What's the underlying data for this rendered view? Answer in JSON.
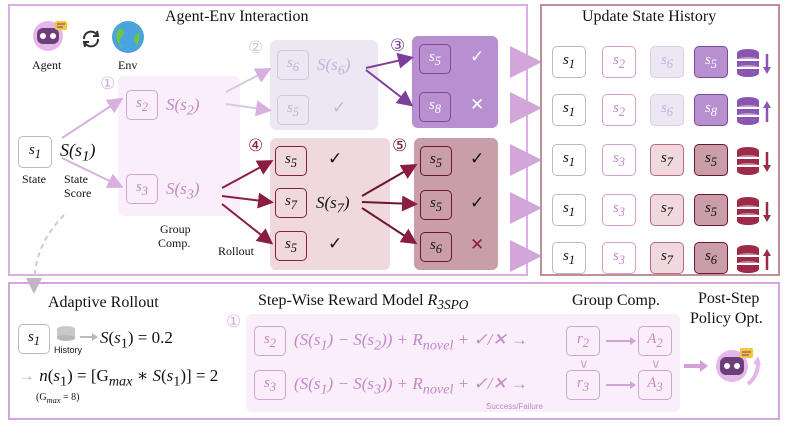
{
  "top_left": {
    "title": "Agent-Env Interaction",
    "agent_label": "Agent",
    "env_label": "Env",
    "state_box": "s1",
    "state_score": "S(s1)",
    "state_label": "State",
    "state_score_label_1": "State",
    "state_score_label_2": "Score",
    "group_comp_1": "Group",
    "group_comp_2": "Comp.",
    "rollout_label": "Rollout",
    "step_markers": [
      "①",
      "②",
      "③",
      "④",
      "⑤"
    ],
    "group1": [
      {
        "box": "s2",
        "score": "S(s2)"
      },
      {
        "box": "s3",
        "score": "S(s3)"
      }
    ],
    "step2": [
      {
        "box": "s6",
        "score": "S(s6)"
      },
      {
        "box": "s5",
        "score": "✓"
      }
    ],
    "step3": [
      {
        "box": "s5",
        "mark": "✓"
      },
      {
        "box": "s8",
        "mark": "✕"
      }
    ],
    "step4": [
      {
        "box": "s5",
        "mark": "✓"
      },
      {
        "box": "s7",
        "score": "S(s7)"
      },
      {
        "box": "s5",
        "mark": "✓"
      }
    ],
    "step5": [
      {
        "box": "s5",
        "mark": "✓"
      },
      {
        "box": "s5",
        "mark": "✓"
      },
      {
        "box": "s6",
        "mark": "✕"
      }
    ]
  },
  "top_right": {
    "title": "Update State History",
    "rows": [
      {
        "cells": [
          "s1",
          "s2",
          "s6",
          "s5"
        ],
        "trend": "down"
      },
      {
        "cells": [
          "s1",
          "s2",
          "s6",
          "s8"
        ],
        "trend": "up"
      },
      {
        "cells": [
          "s1",
          "s3",
          "s7",
          "s5"
        ],
        "trend": "down"
      },
      {
        "cells": [
          "s1",
          "s3",
          "s7",
          "s5"
        ],
        "trend": "down"
      },
      {
        "cells": [
          "s1",
          "s3",
          "s7",
          "s6"
        ],
        "trend": "up"
      }
    ]
  },
  "bottom": {
    "adaptive_title": "Adaptive Rollout",
    "s1_box": "s1",
    "history_label": "History",
    "score_eq": "S(s1) = 0.2",
    "n_eq": "n(s1) = [Gmax * S(s1)] = 2",
    "gmax_note": "(Gmax = 8)",
    "reward_title": "Step-Wise Reward Model R3SPO",
    "group_comp_title": "Group Comp.",
    "post_step_1": "Post-Step",
    "post_step_2": "Policy Opt.",
    "marker": "①",
    "formula_rows": [
      {
        "box": "s2",
        "formula": "(S(s1) − S(s2)) + Rnovel + ✓/✕",
        "r": "r2",
        "a": "A2"
      },
      {
        "box": "s3",
        "formula": "(S(s1) − S(s3)) + Rnovel + ✓/✕",
        "r": "r3",
        "a": "A3"
      }
    ],
    "success_label": "Success/Failure"
  },
  "colors": {
    "panel_border": "#d9a6e3",
    "right_border": "#b9848d",
    "light_purple": "#f8eef8",
    "mid_purple": "#ece4f3",
    "dark_purple": "#b489cf",
    "light_red": "#f0d9de",
    "dark_red": "#c79aa5",
    "arrow_light": "#d6b1dd",
    "arrow_dark": "#8b1d3f"
  }
}
